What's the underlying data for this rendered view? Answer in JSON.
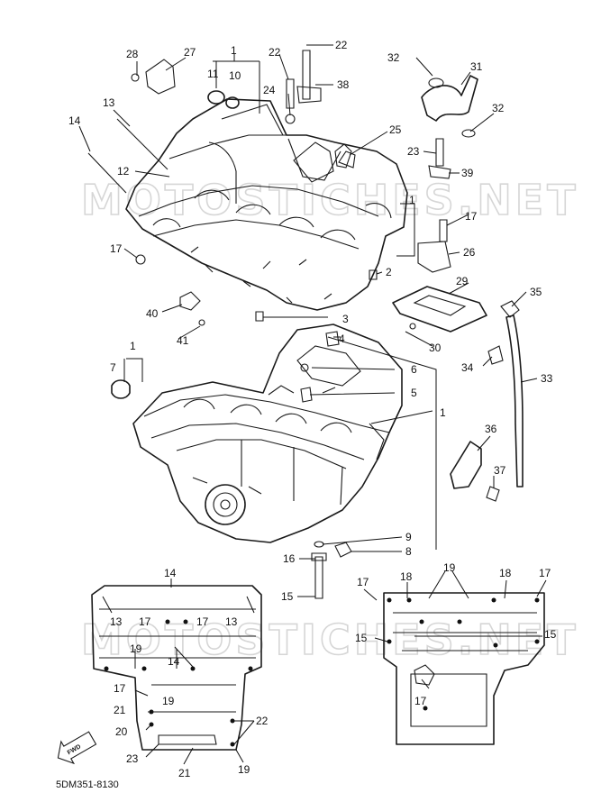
{
  "diagram_code": "5DM351-8130",
  "direction_label": "FWD",
  "watermark": "MOTOSTICHES.NET",
  "callouts_main": [
    {
      "id": "c1a",
      "text": "1"
    },
    {
      "id": "c28",
      "text": "28"
    },
    {
      "id": "c27",
      "text": "27"
    },
    {
      "id": "c11",
      "text": "11"
    },
    {
      "id": "c10",
      "text": "10"
    },
    {
      "id": "c22a",
      "text": "22"
    },
    {
      "id": "c22b",
      "text": "22"
    },
    {
      "id": "c24",
      "text": "24"
    },
    {
      "id": "c38",
      "text": "38"
    },
    {
      "id": "c32a",
      "text": "32"
    },
    {
      "id": "c31",
      "text": "31"
    },
    {
      "id": "c32b",
      "text": "32"
    },
    {
      "id": "c13",
      "text": "13"
    },
    {
      "id": "c14",
      "text": "14"
    },
    {
      "id": "c25",
      "text": "25"
    },
    {
      "id": "c23",
      "text": "23"
    },
    {
      "id": "c39",
      "text": "39"
    },
    {
      "id": "c12",
      "text": "12"
    },
    {
      "id": "c1b",
      "text": "1"
    },
    {
      "id": "c17a",
      "text": "17"
    },
    {
      "id": "c17b",
      "text": "17"
    },
    {
      "id": "c26",
      "text": "26"
    },
    {
      "id": "c2",
      "text": "2"
    },
    {
      "id": "c29",
      "text": "29"
    },
    {
      "id": "c35",
      "text": "35"
    },
    {
      "id": "c40",
      "text": "40"
    },
    {
      "id": "c3",
      "text": "3"
    },
    {
      "id": "c41",
      "text": "41"
    },
    {
      "id": "c30",
      "text": "30"
    },
    {
      "id": "c4",
      "text": "4"
    },
    {
      "id": "c1c",
      "text": "1"
    },
    {
      "id": "c34",
      "text": "34"
    },
    {
      "id": "c6",
      "text": "6"
    },
    {
      "id": "c33",
      "text": "33"
    },
    {
      "id": "c7",
      "text": "7"
    },
    {
      "id": "c5",
      "text": "5"
    },
    {
      "id": "c1d",
      "text": "1"
    },
    {
      "id": "c36",
      "text": "36"
    },
    {
      "id": "c37",
      "text": "37"
    },
    {
      "id": "c9",
      "text": "9"
    },
    {
      "id": "c8",
      "text": "8"
    },
    {
      "id": "c16",
      "text": "16"
    },
    {
      "id": "c15",
      "text": "15"
    }
  ],
  "callouts_lower_left": [
    {
      "id": "l14a",
      "text": "14"
    },
    {
      "id": "l13a",
      "text": "13"
    },
    {
      "id": "l17a",
      "text": "17"
    },
    {
      "id": "l17b",
      "text": "17"
    },
    {
      "id": "l13b",
      "text": "13"
    },
    {
      "id": "l19a",
      "text": "19"
    },
    {
      "id": "l14b",
      "text": "14"
    },
    {
      "id": "l17c",
      "text": "17"
    },
    {
      "id": "l19b",
      "text": "19"
    },
    {
      "id": "l21a",
      "text": "21"
    },
    {
      "id": "l20",
      "text": "20"
    },
    {
      "id": "l22",
      "text": "22"
    },
    {
      "id": "l23",
      "text": "23"
    },
    {
      "id": "l21b",
      "text": "21"
    },
    {
      "id": "l19c",
      "text": "19"
    }
  ],
  "callouts_lower_right": [
    {
      "id": "r17a",
      "text": "17"
    },
    {
      "id": "r18a",
      "text": "18"
    },
    {
      "id": "r19",
      "text": "19"
    },
    {
      "id": "r18b",
      "text": "18"
    },
    {
      "id": "r17b",
      "text": "17"
    },
    {
      "id": "r15a",
      "text": "15"
    },
    {
      "id": "r15b",
      "text": "15"
    },
    {
      "id": "r17c",
      "text": "17"
    }
  ]
}
